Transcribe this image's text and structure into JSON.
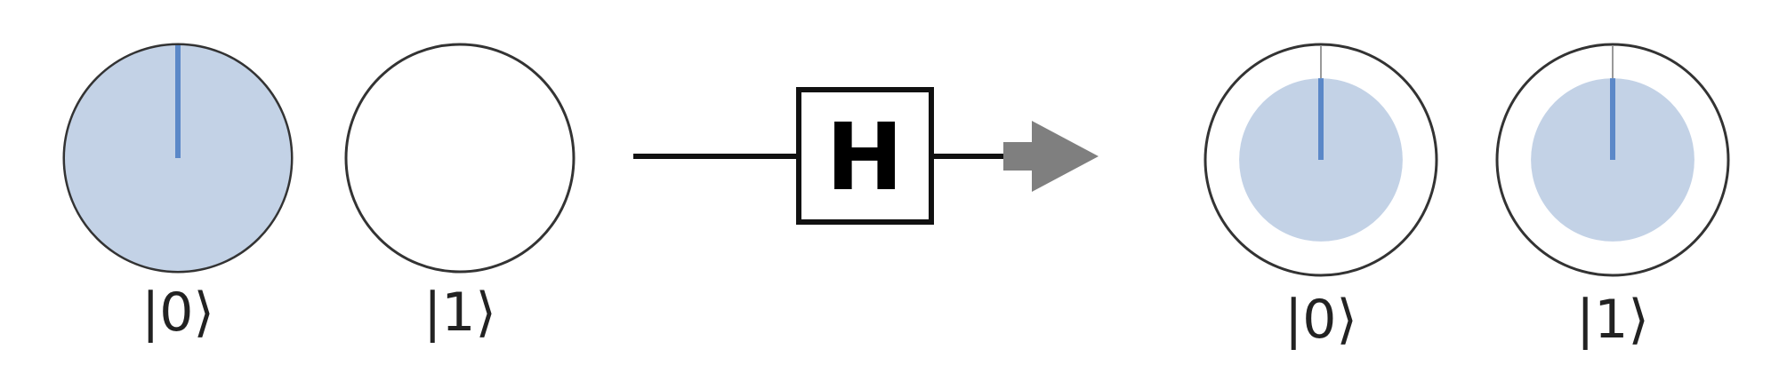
{
  "colors": {
    "amplitude_fill": "#c3d2e6",
    "phase_line": "#5b88c8",
    "outline": "#333333",
    "wire": "#111111",
    "arrow": "#7f7f7f",
    "background": "#ffffff"
  },
  "before": {
    "qubits": [
      {
        "label": "|0⟩",
        "magnitude": 1.0,
        "phase_deg": 0
      },
      {
        "label": "|1⟩",
        "magnitude": 0.0,
        "phase_deg": 0
      }
    ]
  },
  "gate": {
    "label": "H"
  },
  "after": {
    "qubits": [
      {
        "label": "|0⟩",
        "magnitude": 0.7071,
        "phase_deg": 0
      },
      {
        "label": "|1⟩",
        "magnitude": 0.7071,
        "phase_deg": 0
      }
    ]
  },
  "icons": {
    "arrow": "right-arrow-icon"
  }
}
